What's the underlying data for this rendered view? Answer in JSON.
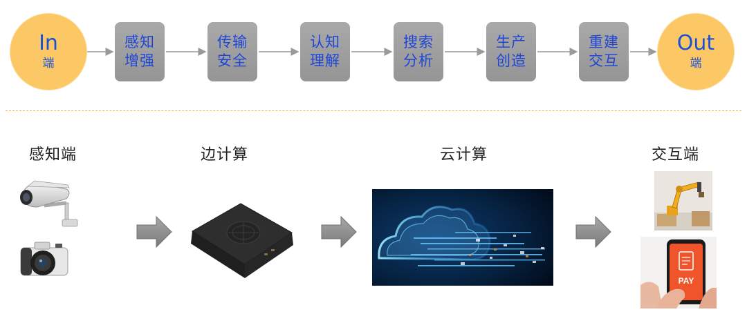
{
  "pipeline": {
    "in_node": {
      "big": "In",
      "small": "端"
    },
    "steps": [
      {
        "line1": "感知",
        "line2": "增强"
      },
      {
        "line1": "传输",
        "line2": "安全"
      },
      {
        "line1": "认知",
        "line2": "理解"
      },
      {
        "line1": "搜索",
        "line2": "分析"
      },
      {
        "line1": "生产",
        "line2": "创造"
      },
      {
        "line1": "重建",
        "line2": "交互"
      }
    ],
    "out_node": {
      "big": "Out",
      "small": "端"
    }
  },
  "stages": [
    {
      "label": "感知端"
    },
    {
      "label": "边计算"
    },
    {
      "label": "云计算"
    },
    {
      "label": "交互端"
    }
  ],
  "interaction": {
    "pay_text": "PAY"
  },
  "colors": {
    "circle_fill": "#fbc865",
    "box_fill": "#a0a0a0",
    "accent_text": "#1f46d6",
    "dash": "#f3b54a"
  }
}
